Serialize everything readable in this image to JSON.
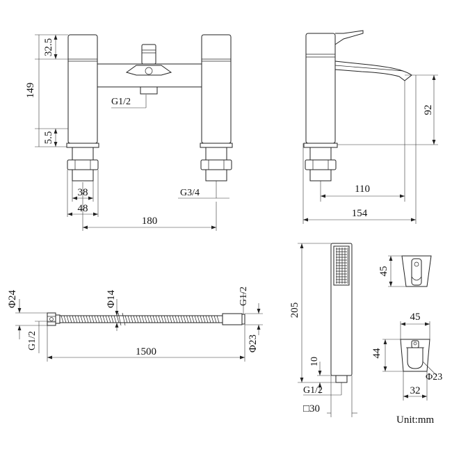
{
  "bath_mixer_front": {
    "dims": {
      "top_section": "32.5",
      "total_height": "149",
      "bottom_section": "5.5",
      "inlet_thread": "G1/2",
      "outlet_thread": "G3/4",
      "tail_width": "38",
      "flange_width": "48",
      "centres": "180"
    }
  },
  "bath_mixer_side": {
    "dims": {
      "spout_height": "92",
      "spout_reach": "110",
      "overall_depth": "154"
    }
  },
  "hose": {
    "dims": {
      "end_dia_left": "Φ24",
      "hose_dia": "Φ14",
      "thread_right": "G1/2",
      "thread_left": "G1/2",
      "length": "1500",
      "end_dia_right": "Φ23"
    }
  },
  "handset": {
    "dims": {
      "length": "205",
      "thread_length": "10",
      "thread": "G1/2",
      "square": "□30"
    }
  },
  "holder": {
    "dims": {
      "top_height": "45",
      "width": "45",
      "height": "44",
      "bore": "Φ23",
      "base_width": "32"
    }
  },
  "unit_label": "Unit:mm"
}
